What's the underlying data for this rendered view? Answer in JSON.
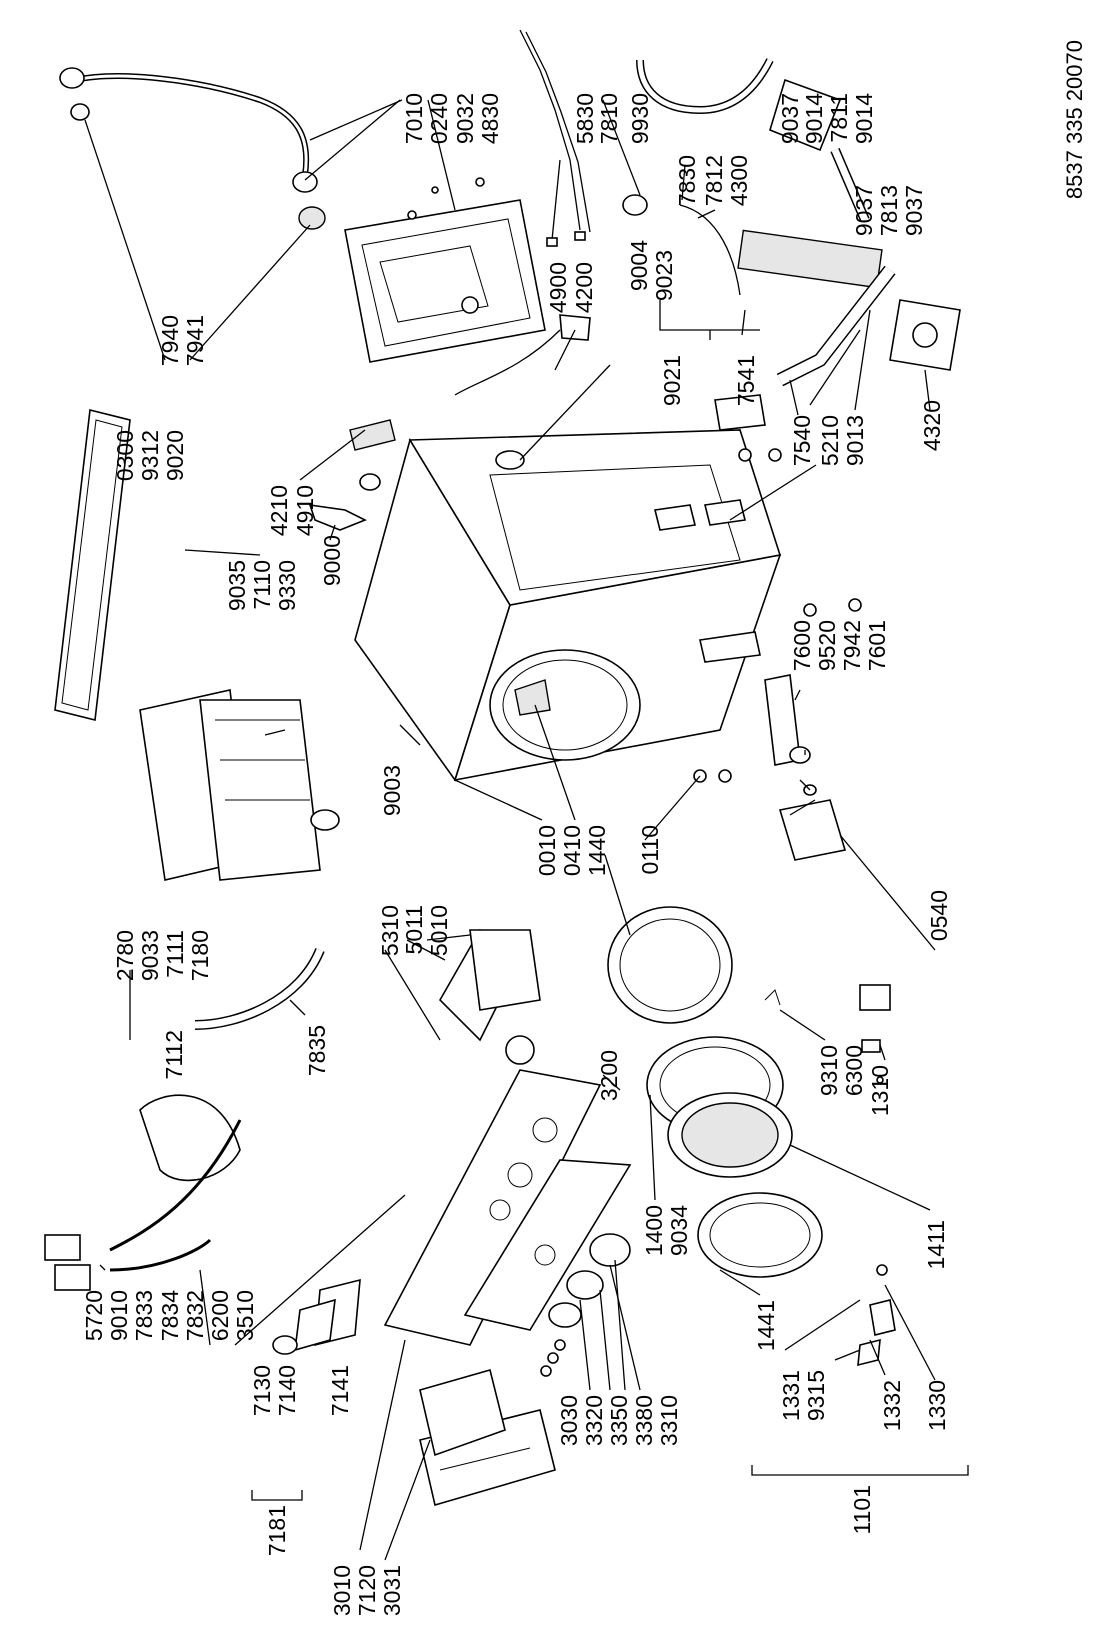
{
  "drawing_ref": "8537 335 20070",
  "labels": [
    {
      "id": "l7010",
      "text": "7010"
    },
    {
      "id": "l0240",
      "text": "0240"
    },
    {
      "id": "l9032",
      "text": "9032"
    },
    {
      "id": "l4830",
      "text": "4830"
    },
    {
      "id": "l5830",
      "text": "5830"
    },
    {
      "id": "l7810",
      "text": "7810"
    },
    {
      "id": "l9930",
      "text": "9930"
    },
    {
      "id": "l9037a",
      "text": "9037"
    },
    {
      "id": "l9014a",
      "text": "9014"
    },
    {
      "id": "l7811",
      "text": "7811"
    },
    {
      "id": "l9014b",
      "text": "9014"
    },
    {
      "id": "l7830",
      "text": "7830"
    },
    {
      "id": "l7812",
      "text": "7812"
    },
    {
      "id": "l4300",
      "text": "4300"
    },
    {
      "id": "l9037b",
      "text": "9037"
    },
    {
      "id": "l7813",
      "text": "7813"
    },
    {
      "id": "l9037c",
      "text": "9037"
    },
    {
      "id": "l7940",
      "text": "7940"
    },
    {
      "id": "l7941",
      "text": "7941"
    },
    {
      "id": "l4900",
      "text": "4900"
    },
    {
      "id": "l4200",
      "text": "4200"
    },
    {
      "id": "l9004",
      "text": "9004"
    },
    {
      "id": "l9023",
      "text": "9023"
    },
    {
      "id": "l9021",
      "text": "9021"
    },
    {
      "id": "l7541",
      "text": "7541"
    },
    {
      "id": "l7540",
      "text": "7540"
    },
    {
      "id": "l5210",
      "text": "5210"
    },
    {
      "id": "l9013",
      "text": "9013"
    },
    {
      "id": "l4320",
      "text": "4320"
    },
    {
      "id": "l5210b",
      "text": "5210"
    },
    {
      "id": "l0300",
      "text": "0300"
    },
    {
      "id": "l9312",
      "text": "9312"
    },
    {
      "id": "l9020",
      "text": "9020"
    },
    {
      "id": "l4210",
      "text": "4210"
    },
    {
      "id": "l4910",
      "text": "4910"
    },
    {
      "id": "l9000",
      "text": "9000"
    },
    {
      "id": "l9035",
      "text": "9035"
    },
    {
      "id": "l7110",
      "text": "7110"
    },
    {
      "id": "l9330",
      "text": "9330"
    },
    {
      "id": "l9003",
      "text": "9003"
    },
    {
      "id": "l7600",
      "text": "7600"
    },
    {
      "id": "l9520",
      "text": "9520"
    },
    {
      "id": "l7942",
      "text": "7942"
    },
    {
      "id": "l7601",
      "text": "7601"
    },
    {
      "id": "l2780",
      "text": "2780"
    },
    {
      "id": "l9033",
      "text": "9033"
    },
    {
      "id": "l7111",
      "text": "7111"
    },
    {
      "id": "l7180",
      "text": "7180"
    },
    {
      "id": "l0010",
      "text": "0010"
    },
    {
      "id": "l0410",
      "text": "0410"
    },
    {
      "id": "l1440",
      "text": "1440"
    },
    {
      "id": "l0110",
      "text": "0110"
    },
    {
      "id": "l0540",
      "text": "0540"
    },
    {
      "id": "l5310",
      "text": "5310"
    },
    {
      "id": "l5011",
      "text": "5011"
    },
    {
      "id": "l5010",
      "text": "5010"
    },
    {
      "id": "l7112",
      "text": "7112"
    },
    {
      "id": "l7835",
      "text": "7835"
    },
    {
      "id": "l3200",
      "text": "3200"
    },
    {
      "id": "l9310",
      "text": "9310"
    },
    {
      "id": "l6300",
      "text": "6300"
    },
    {
      "id": "l1310",
      "text": "1310"
    },
    {
      "id": "l1400",
      "text": "1400"
    },
    {
      "id": "l9034",
      "text": "9034"
    },
    {
      "id": "l1411",
      "text": "1411"
    },
    {
      "id": "l5720",
      "text": "5720"
    },
    {
      "id": "l9010",
      "text": "9010"
    },
    {
      "id": "l7833",
      "text": "7833"
    },
    {
      "id": "l7834",
      "text": "7834"
    },
    {
      "id": "l7832",
      "text": "7832"
    },
    {
      "id": "l6200",
      "text": "6200"
    },
    {
      "id": "l3510",
      "text": "3510"
    },
    {
      "id": "l7130",
      "text": "7130"
    },
    {
      "id": "l7140",
      "text": "7140"
    },
    {
      "id": "l7141",
      "text": "7141"
    },
    {
      "id": "l7181",
      "text": "7181"
    },
    {
      "id": "l3010",
      "text": "3010"
    },
    {
      "id": "l7120",
      "text": "7120"
    },
    {
      "id": "l3031",
      "text": "3031"
    },
    {
      "id": "l3030",
      "text": "3030"
    },
    {
      "id": "l3320",
      "text": "3320"
    },
    {
      "id": "l3350",
      "text": "3350"
    },
    {
      "id": "l3380",
      "text": "3380"
    },
    {
      "id": "l3310",
      "text": "3310"
    },
    {
      "id": "l1441",
      "text": "1441"
    },
    {
      "id": "l1331",
      "text": "1331"
    },
    {
      "id": "l9315",
      "text": "9315"
    },
    {
      "id": "l1332",
      "text": "1332"
    },
    {
      "id": "l1330",
      "text": "1330"
    },
    {
      "id": "l1101",
      "text": "1101"
    }
  ]
}
